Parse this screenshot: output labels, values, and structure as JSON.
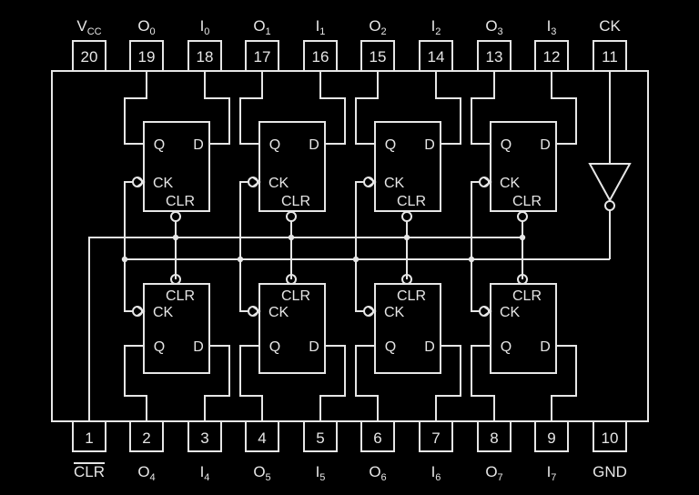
{
  "title": "Octal D flip-flop with clear - pin diagram",
  "colors": {
    "background": "#000000",
    "line": "#e6e6e6"
  },
  "top_pins": [
    {
      "number": "20",
      "label": "V",
      "sub": "CC"
    },
    {
      "number": "19",
      "label": "O",
      "sub": "0"
    },
    {
      "number": "18",
      "label": "I",
      "sub": "0"
    },
    {
      "number": "17",
      "label": "O",
      "sub": "1"
    },
    {
      "number": "16",
      "label": "I",
      "sub": "1"
    },
    {
      "number": "15",
      "label": "O",
      "sub": "2"
    },
    {
      "number": "14",
      "label": "I",
      "sub": "2"
    },
    {
      "number": "13",
      "label": "O",
      "sub": "3"
    },
    {
      "number": "12",
      "label": "I",
      "sub": "3"
    },
    {
      "number": "11",
      "label": "CK",
      "sub": ""
    }
  ],
  "bottom_pins": [
    {
      "number": "1",
      "label": "CLR",
      "sub": "",
      "overline": true
    },
    {
      "number": "2",
      "label": "O",
      "sub": "4"
    },
    {
      "number": "3",
      "label": "I",
      "sub": "4"
    },
    {
      "number": "4",
      "label": "O",
      "sub": "5"
    },
    {
      "number": "5",
      "label": "I",
      "sub": "5"
    },
    {
      "number": "6",
      "label": "O",
      "sub": "6"
    },
    {
      "number": "7",
      "label": "I",
      "sub": "6"
    },
    {
      "number": "8",
      "label": "O",
      "sub": "7"
    },
    {
      "number": "9",
      "label": "I",
      "sub": "7"
    },
    {
      "number": "10",
      "label": "GND",
      "sub": ""
    }
  ],
  "flipflop_labels": {
    "q": "Q",
    "d": "D",
    "ck": "CK",
    "clr": "CLR"
  },
  "flipflop_count_per_row": 4
}
